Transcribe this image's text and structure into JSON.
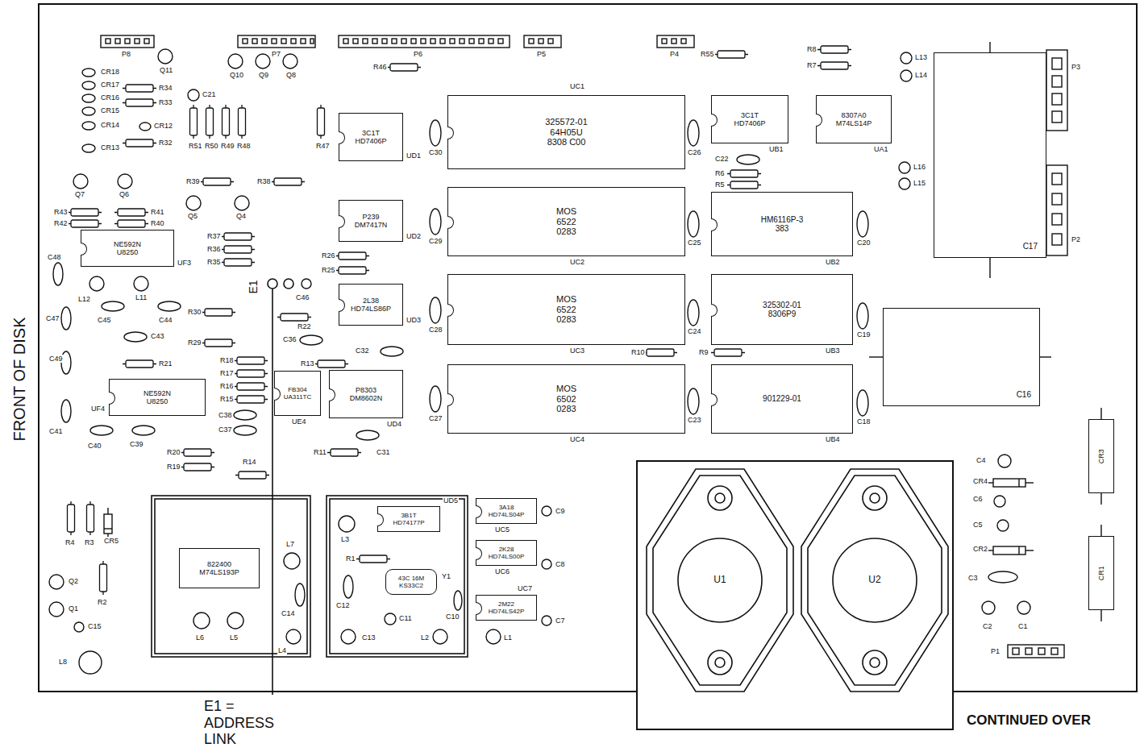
{
  "diagram": {
    "nodes": [
      {
        "text": [
          "3C1T",
          "HD7406P",
          "UD1"
        ]
      },
      {
        "text": [
          "325572-01",
          "64H05U",
          "8308 C00",
          "UC1"
        ]
      },
      {
        "text": [
          "3C1T",
          "HD7406P",
          "UB1"
        ]
      },
      {
        "text": [
          "8307A0",
          "M74LS14P",
          "UA1"
        ]
      },
      {
        "text": [
          "C17"
        ]
      },
      {
        "text": [
          "P239",
          "DM7417N",
          "UD2"
        ]
      },
      {
        "text": [
          "MOS",
          "6522",
          "0283",
          "UC2"
        ]
      },
      {
        "text": [
          "HM6116P-3",
          "383",
          "UB2"
        ]
      },
      {
        "text": [
          "NE592N",
          "U8250",
          "UF3"
        ]
      },
      {
        "text": [
          "2L38",
          "HD74LS86P",
          "UD3"
        ]
      },
      {
        "text": [
          "MOS",
          "6522",
          "0283",
          "UC3"
        ]
      },
      {
        "text": [
          "325302-01",
          "8306P9",
          "UB3"
        ]
      },
      {
        "text": [
          "C16"
        ]
      },
      {
        "text": [
          "NE592N",
          "U8250",
          "UF4"
        ]
      },
      {
        "text": [
          "FB304",
          "UA311TC",
          "UE4"
        ]
      },
      {
        "text": [
          "P8303",
          "DM8602N",
          "UD4"
        ]
      },
      {
        "text": [
          "MOS",
          "6502",
          "0283",
          "UC4"
        ]
      },
      {
        "text": [
          "901229-01",
          "UB4"
        ]
      },
      {
        "text": [
          "CR3"
        ]
      },
      {
        "text": [
          "822400",
          "M74LS193P"
        ]
      },
      {
        "text": [
          "3B1T",
          "HD74177P",
          "UD5"
        ]
      },
      {
        "text": [
          "3A18",
          "HD74LS04P",
          "UC5"
        ]
      },
      {
        "text": [
          "2K28",
          "HD74LS00P",
          "UC6"
        ]
      },
      {
        "text": [
          "43C 16M",
          "KS33C2",
          "Y1"
        ]
      },
      {
        "text": [
          "2M22",
          "HD74LS42P",
          "UC7"
        ]
      },
      {
        "text": [
          "U1"
        ]
      },
      {
        "text": [
          "U2"
        ]
      },
      {
        "text": [
          "CR1"
        ]
      }
    ],
    "labels": [
      "FRONT OF DISK",
      "E1 = ADDRESS LINK",
      "CONTINUED OVER",
      "E1",
      "P8",
      "P7",
      "P6",
      "P5",
      "P4",
      "P3",
      "P2",
      "P1",
      "Q11",
      "Q10",
      "Q9",
      "Q8",
      "C21",
      "CR18",
      "CR17",
      "CR16",
      "CR15",
      "CR14",
      "CR13",
      "CR12",
      "R34",
      "R33",
      "R32",
      "R51",
      "R50",
      "R49",
      "R48",
      "R47",
      "R46",
      "R55",
      "R8",
      "R7",
      "L13",
      "L14",
      "C30",
      "C26",
      "C22",
      "R6",
      "R5",
      "L16",
      "L15",
      "C29",
      "C25",
      "C20",
      "C28",
      "C24",
      "C19",
      "R10",
      "R9",
      "C27",
      "C23",
      "C18",
      "Q7",
      "Q6",
      "R43",
      "R42",
      "R41",
      "R40",
      "R39",
      "R38",
      "Q5",
      "Q4",
      "R37",
      "R36",
      "R35",
      "R26",
      "R25",
      "C46",
      "C48",
      "L12",
      "L11",
      "C47",
      "C45",
      "C44",
      "R30",
      "C43",
      "R29",
      "C36",
      "R22",
      "R13",
      "C32",
      "C49",
      "R21",
      "R18",
      "R17",
      "R16",
      "R15",
      "C38",
      "C37",
      "C41",
      "C40",
      "C39",
      "R20",
      "R19",
      "R14",
      "R11",
      "C31",
      "R4",
      "R3",
      "CR5",
      "R2",
      "Q2",
      "Q1",
      "C15",
      "L8",
      "L7",
      "C14",
      "L6",
      "L5",
      "L4",
      "L3",
      "R1",
      "C12",
      "C13",
      "C11",
      "L2",
      "C10",
      "L1",
      "C9",
      "C8",
      "C7",
      "C4",
      "CR4",
      "C6",
      "C5",
      "CR2",
      "C3",
      "C2",
      "C1"
    ]
  }
}
